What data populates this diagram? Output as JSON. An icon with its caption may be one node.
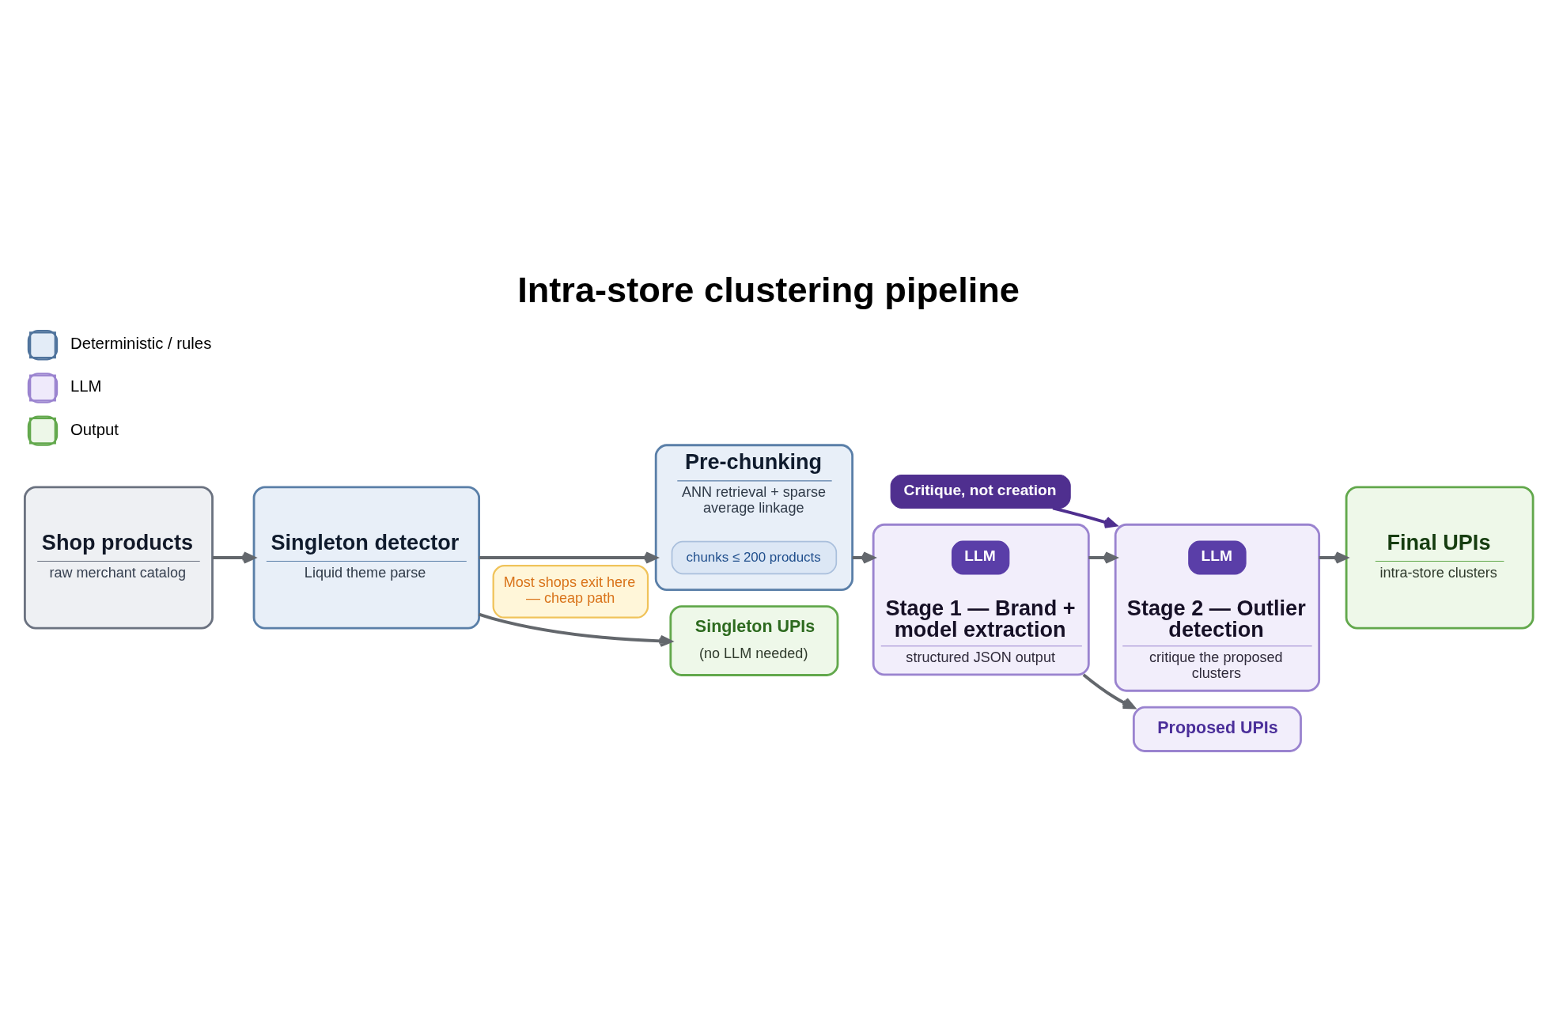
{
  "diagram": {
    "title": "Intra-store clustering pipeline",
    "nodes": [
      {
        "text": [
          "Shop products",
          "raw merchant catalog"
        ]
      },
      {
        "text": [
          "Singleton detector",
          "Liquid theme parse"
        ]
      },
      {
        "text": [
          "Pre-chunking",
          "ANN retrieval + sparse average linkage"
        ]
      },
      {
        "text": [
          "chunks ≤ 200 products"
        ],
        "in": 2
      },
      {
        "text": [
          "Stage 1 — Brand + model extraction",
          "structured JSON output"
        ]
      },
      {
        "text": [
          "LLM"
        ],
        "in": 4
      },
      {
        "text": [
          "Critique, not creation"
        ]
      },
      {
        "text": [
          "Stage 2 — Outlier detection",
          "critique the proposed clusters"
        ]
      },
      {
        "text": [
          "LLM"
        ],
        "in": 7
      },
      {
        "text": [
          "Final UPIs",
          "intra-store clusters"
        ]
      },
      {
        "text": [
          "Singleton UPIs",
          "(no LLM needed)"
        ]
      },
      {
        "text": [
          "Proposed UPIs"
        ]
      }
    ],
    "edges": [
      {
        "from": 0,
        "to": 1,
        "arrow": "to"
      },
      {
        "from": 1,
        "to": 2,
        "arrow": "to"
      },
      {
        "from": 2,
        "to": 4,
        "arrow": "to"
      },
      {
        "from": 4,
        "to": 7,
        "arrow": "to"
      },
      {
        "from": 7,
        "to": 9,
        "arrow": "to"
      },
      {
        "from": 1,
        "to": 10,
        "arrow": "to",
        "label": "Most shops exit here — cheap path"
      },
      {
        "from": 4,
        "to": 11,
        "arrow": "to"
      },
      {
        "from": 6,
        "to": 7,
        "arrow": "to",
        "color": "#4f2f8f"
      }
    ],
    "legend": [
      {
        "text": "Deterministic / rules",
        "color": "#e3ecf7"
      },
      {
        "text": "LLM",
        "color": "#efeafb"
      },
      {
        "text": "Output",
        "color": "#edf7e8"
      }
    ]
  }
}
